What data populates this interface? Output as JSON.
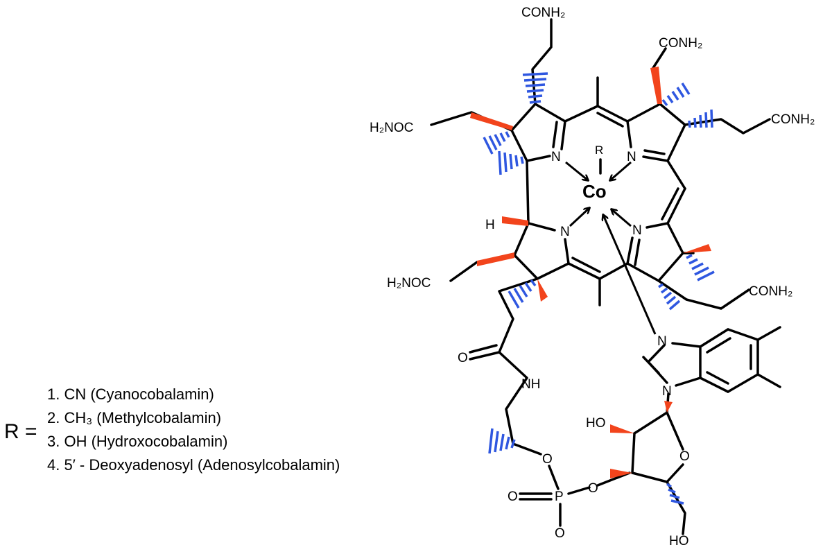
{
  "molecule": {
    "metal": "Co",
    "axial_ligand": "R",
    "labels": {
      "conh2_top": "CONH₂",
      "conh2_top_right": "CONH₂",
      "conh2_right": "CONH₂",
      "conh2_lower_right": "CONH₂",
      "h2noc_upper_left": "H₂NOC",
      "h2noc_lower_left": "H₂NOC",
      "n_ring_a": "N",
      "n_ring_b": "N",
      "n_ring_c": "N",
      "n_ring_d": "N",
      "h_atom": "H",
      "n_imidazole_top": "N",
      "n_imidazole_bottom": "N",
      "o_amide": "O",
      "nh": "NH",
      "o_ester": "O",
      "o_phosphate_left": "O",
      "p_atom": "P",
      "o_phosphate_right": "O",
      "o_phosphate_bottom": "O",
      "ho_sugar": "HO",
      "o_ring": "O",
      "ho_bottom": "HO"
    }
  },
  "legend": {
    "r_label": "R =",
    "items": [
      "1. CN (Cyanocobalamin)",
      "2. CH₃ (Methylcobalamin)",
      "3. OH (Hydroxocobalamin)",
      "4. 5′ - Deoxyadenosyl (Adenosylcobalamin)"
    ]
  },
  "colors": {
    "bond": "#000000",
    "wedge_bond": "#f2441c",
    "hashed_bond": "#2f57e0",
    "background": "#ffffff"
  }
}
